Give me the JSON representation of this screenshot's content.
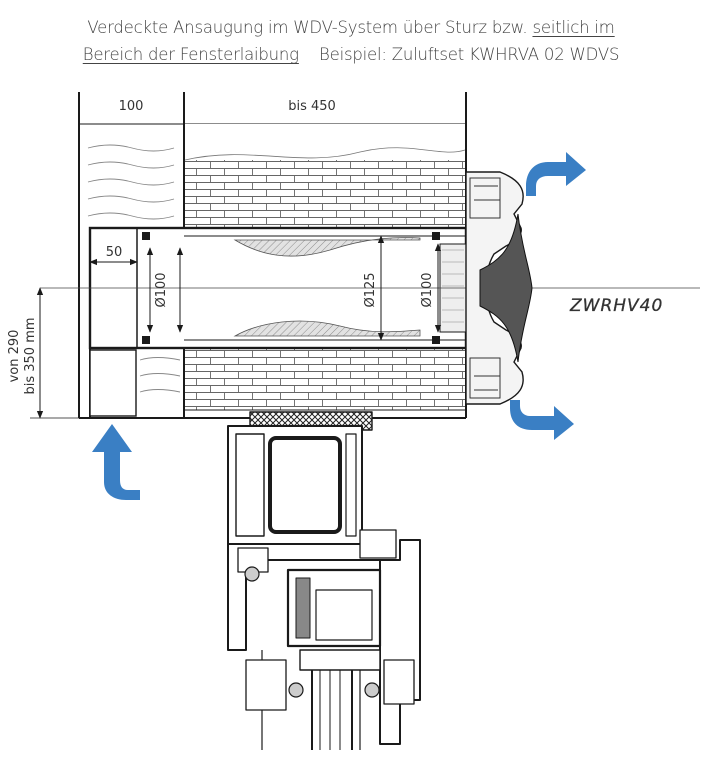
{
  "caption": {
    "line1_plain": "Verdeckte Ansaugung im WDV-System über Sturz bzw. ",
    "line1_underlined": "seitlich im",
    "line2_underlined": "Bereich der Fensterlaibung",
    "line2_plain": "Beispiel: Zuluftset KWHRVA 02 WDVS"
  },
  "dimensions": {
    "top_left": "100",
    "top_right": "bis 450",
    "left_depth": "50",
    "duct_inner": "Ø100",
    "duct_main": "Ø125",
    "duct_outlet": "Ø100",
    "height_line1": "von 290",
    "height_line2": "bis 350 mm"
  },
  "product_label": "ZWRHV40",
  "colors": {
    "arrow": "#3a7fc4",
    "line": "#1a1a1a",
    "brick": "#555555",
    "insulation_fill": "#cfcfcf"
  }
}
